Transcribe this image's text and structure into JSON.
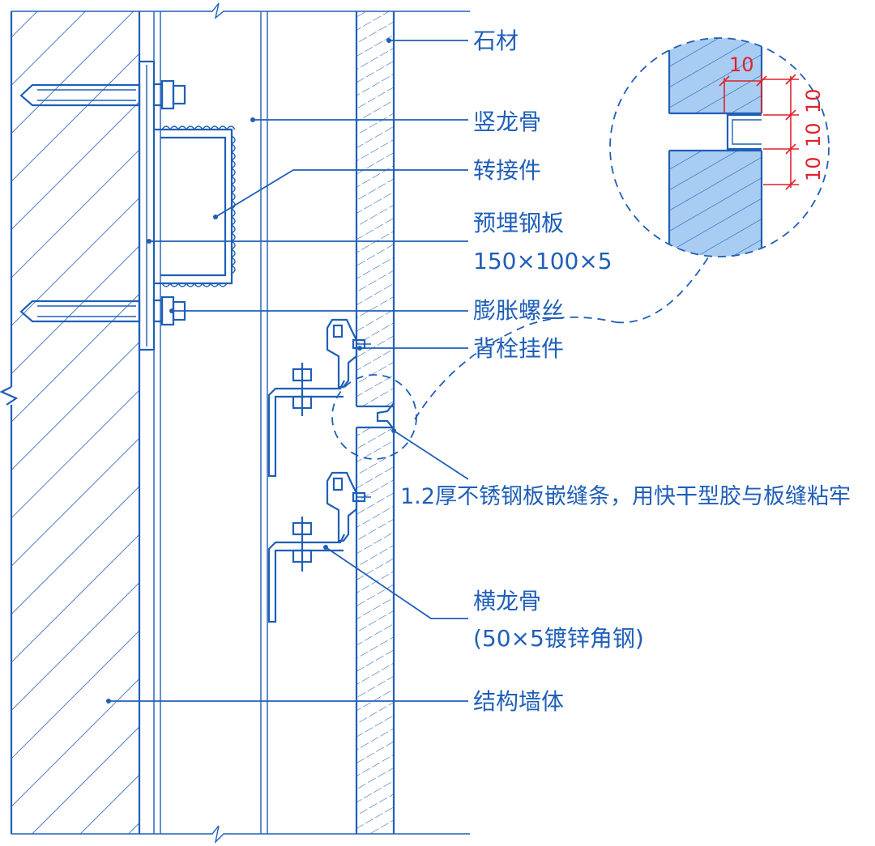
{
  "colors": {
    "line": "#1f5fb8",
    "stone_fill": "#a9cdf2",
    "dimension": "#e0202a"
  },
  "labels": {
    "stone": "石材",
    "vertical_keel": "竖龙骨",
    "adapter": "转接件",
    "embedded_plate": "预埋钢板",
    "embedded_plate_size": "150×100×5",
    "expansion_bolt": "膨胀螺丝",
    "back_bolt_hanger": "背栓挂件",
    "joint_strip": "1.2厚不锈钢板嵌缝条，用快干型胶与板缝粘牢",
    "horizontal_keel": "横龙骨",
    "horizontal_keel_spec": "(50×5镀锌角钢)",
    "structural_wall": "结构墙体"
  },
  "detail_dimensions": {
    "width": "10",
    "heights": [
      "10",
      "10",
      "10"
    ]
  }
}
